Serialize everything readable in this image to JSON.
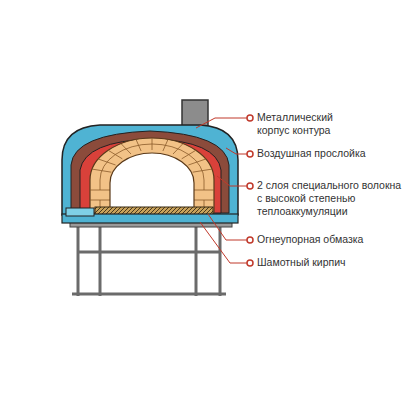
{
  "diagram": {
    "labels": [
      "Металлический корпус контура",
      "Воздушная прослойка",
      "2 слоя специального волокна с высокой степенью теплоаккумуляции",
      "Огнеупорная обмазка",
      "Шамотный кирпич"
    ]
  }
}
